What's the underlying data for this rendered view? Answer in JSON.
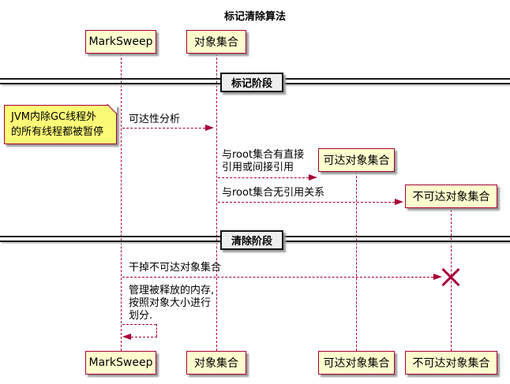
{
  "title": "标记清除算法",
  "colors": {
    "accent": "#A80036",
    "participant-fill": "#FEFECE",
    "note-fill": "#FBFB77",
    "divider-fill": "#EEEEEE",
    "shadow": "#9A9A9A",
    "canvas-bg": "#FFFFFF",
    "text": "#000000"
  },
  "participants": {
    "marksweep": "MarkSweep",
    "object_set": "对象集合",
    "reachable_set": "可达对象集合",
    "unreachable_set": "不可达对象集合"
  },
  "dividers": {
    "mark_phase": "标记阶段",
    "sweep_phase": "清除阶段"
  },
  "note": {
    "line1": "JVM内除GC线程外",
    "line2": "的所有线程都被暂停"
  },
  "messages": {
    "reachability_analysis": "可达性分析",
    "root_direct_ref_line1": "与root集合有直接",
    "root_direct_ref_line2": "引用或间接引用",
    "root_no_ref": "与root集合无引用关系",
    "kill_unreachable": "干掉不可达对象集合",
    "manage_memory_line1": "管理被释放的内存,",
    "manage_memory_line2": "按照对象大小进行",
    "manage_memory_line3": "划分."
  }
}
